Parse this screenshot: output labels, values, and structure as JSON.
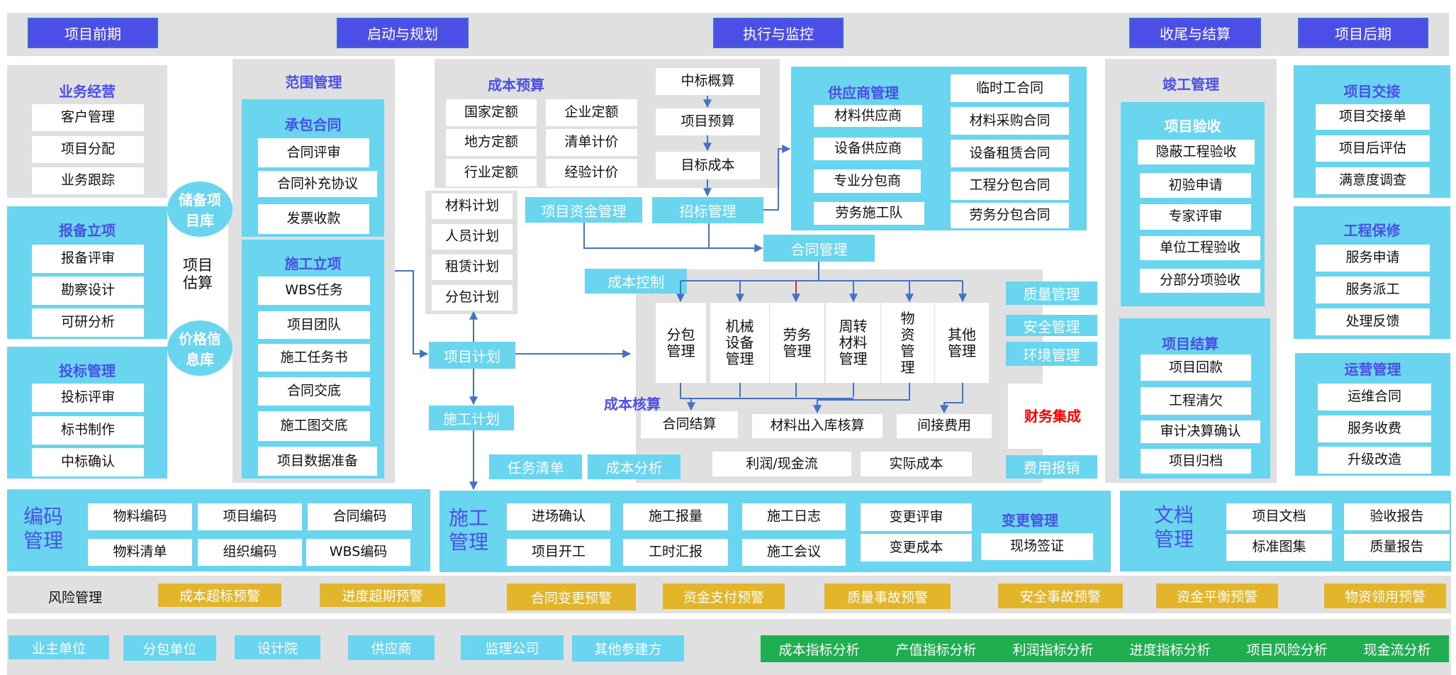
{
  "colors": {
    "stage": "#4B4FE6",
    "cyan": "#69D5EF",
    "grey": "#E0E0E0",
    "alert": "#E3B52B",
    "analysis": "#1FAE50",
    "finance_text": "#FF0000",
    "connector": "#4472C4"
  },
  "stages": [
    "项目前期",
    "启动与规划",
    "执行与监控",
    "收尾与结算",
    "项目后期"
  ],
  "business": {
    "title": "业务经营",
    "items": [
      "客户管理",
      "项目分配",
      "业务跟踪"
    ]
  },
  "filing": {
    "title": "报备立项",
    "items": [
      "报备评审",
      "勘察设计",
      "可研分析"
    ]
  },
  "bidding": {
    "title": "投标管理",
    "items": [
      "投标评审",
      "标书制作",
      "中标确认"
    ]
  },
  "database": {
    "reserve": "储备项目库",
    "estimate": "项目估算",
    "price": "价格信息库"
  },
  "scope": {
    "title": "范围管理",
    "contract": {
      "title": "承包合同",
      "items": [
        "合同评审",
        "合同补充协议",
        "发票收款"
      ]
    },
    "setup": {
      "title": "施工立项",
      "items": [
        "WBS任务",
        "项目团队",
        "施工任务书",
        "合同交底",
        "施工图交底",
        "项目数据准备"
      ]
    }
  },
  "budget": {
    "title": "成本预算",
    "items": [
      "国家定额",
      "企业定额",
      "地方定额",
      "清单计价",
      "行业定额",
      "经验计价"
    ],
    "chain": [
      "中标概算",
      "项目预算",
      "目标成本"
    ]
  },
  "plans": [
    "材料计划",
    "人员计划",
    "租赁计划",
    "分包计划"
  ],
  "project_plan": "项目计划",
  "construction_plan": "施工计划",
  "fund_mgmt": "项目资金管理",
  "tender_mgmt": "招标管理",
  "supplier": {
    "title": "供应商管理",
    "suppliers": [
      "材料供应商",
      "设备供应商",
      "专业分包商",
      "劳务施工队"
    ],
    "contracts": [
      "临时工合同",
      "材料采购合同",
      "设备租赁合同",
      "工程分包合同",
      "劳务分包合同"
    ]
  },
  "contract_mgmt": "合同管理",
  "cost_control": "成本控制",
  "cost_types": [
    "分包管理",
    "机械设备管理",
    "劳务管理",
    "周转材料管理",
    "物资管理",
    "其他管理"
  ],
  "cost_accounting": {
    "title": "成本核算",
    "items": [
      "合同结算",
      "材料出入库核算",
      "间接费用"
    ]
  },
  "profit": "利润/现金流",
  "actual_cost": "实际成本",
  "task_list": "任务清单",
  "cost_analysis": "成本分析",
  "side": {
    "quality": "质量管理",
    "safety": "安全管理",
    "environment": "环境管理",
    "finance": "财务集成",
    "expense": "费用报销"
  },
  "completion": {
    "title": "竣工管理",
    "acceptance": {
      "title": "项目验收",
      "items": [
        "隐蔽工程验收",
        "初验申请",
        "专家评审",
        "单位工程验收",
        "分部分项验收"
      ]
    },
    "settlement": {
      "title": "项目结算",
      "items": [
        "项目回款",
        "工程清欠",
        "审计决算确认",
        "项目归档"
      ]
    }
  },
  "post": {
    "handover": {
      "title": "项目交接",
      "items": [
        "项目交接单",
        "项目后评估",
        "满意度调查"
      ]
    },
    "warranty": {
      "title": "工程保修",
      "items": [
        "服务申请",
        "服务派工",
        "处理反馈"
      ]
    },
    "operations": {
      "title": "运营管理",
      "items": [
        "运维合同",
        "服务收费",
        "升级改造"
      ]
    }
  },
  "coding": {
    "title": "编码管理",
    "items": [
      "物料编码",
      "项目编码",
      "合同编码",
      "物料清单",
      "组织编码",
      "WBS编码"
    ]
  },
  "construction_mgmt": {
    "title": "施工管理",
    "items": [
      "进场确认",
      "施工报量",
      "施工日志",
      "项目开工",
      "工时汇报",
      "施工会议"
    ],
    "change": {
      "title": "变更管理",
      "items": [
        "变更评审",
        "变更成本"
      ]
    },
    "site_visa": "现场签证"
  },
  "docs": {
    "title": "文档管理",
    "items": [
      "项目文档",
      "验收报告",
      "标准图集",
      "质量报告"
    ]
  },
  "risk": {
    "title": "风险管理",
    "alerts": [
      "成本超标预警",
      "进度超期预警",
      "合同变更预警",
      "资金支付预警",
      "质量事故预警",
      "安全事故预警",
      "资金平衡预警",
      "物资领用预警"
    ]
  },
  "parties": [
    "业主单位",
    "分包单位",
    "设计院",
    "供应商",
    "监理公司",
    "其他参建方"
  ],
  "analysis": [
    "成本指标分析",
    "产值指标分析",
    "利润指标分析",
    "进度指标分析",
    "项目风险分析",
    "现金流分析"
  ]
}
